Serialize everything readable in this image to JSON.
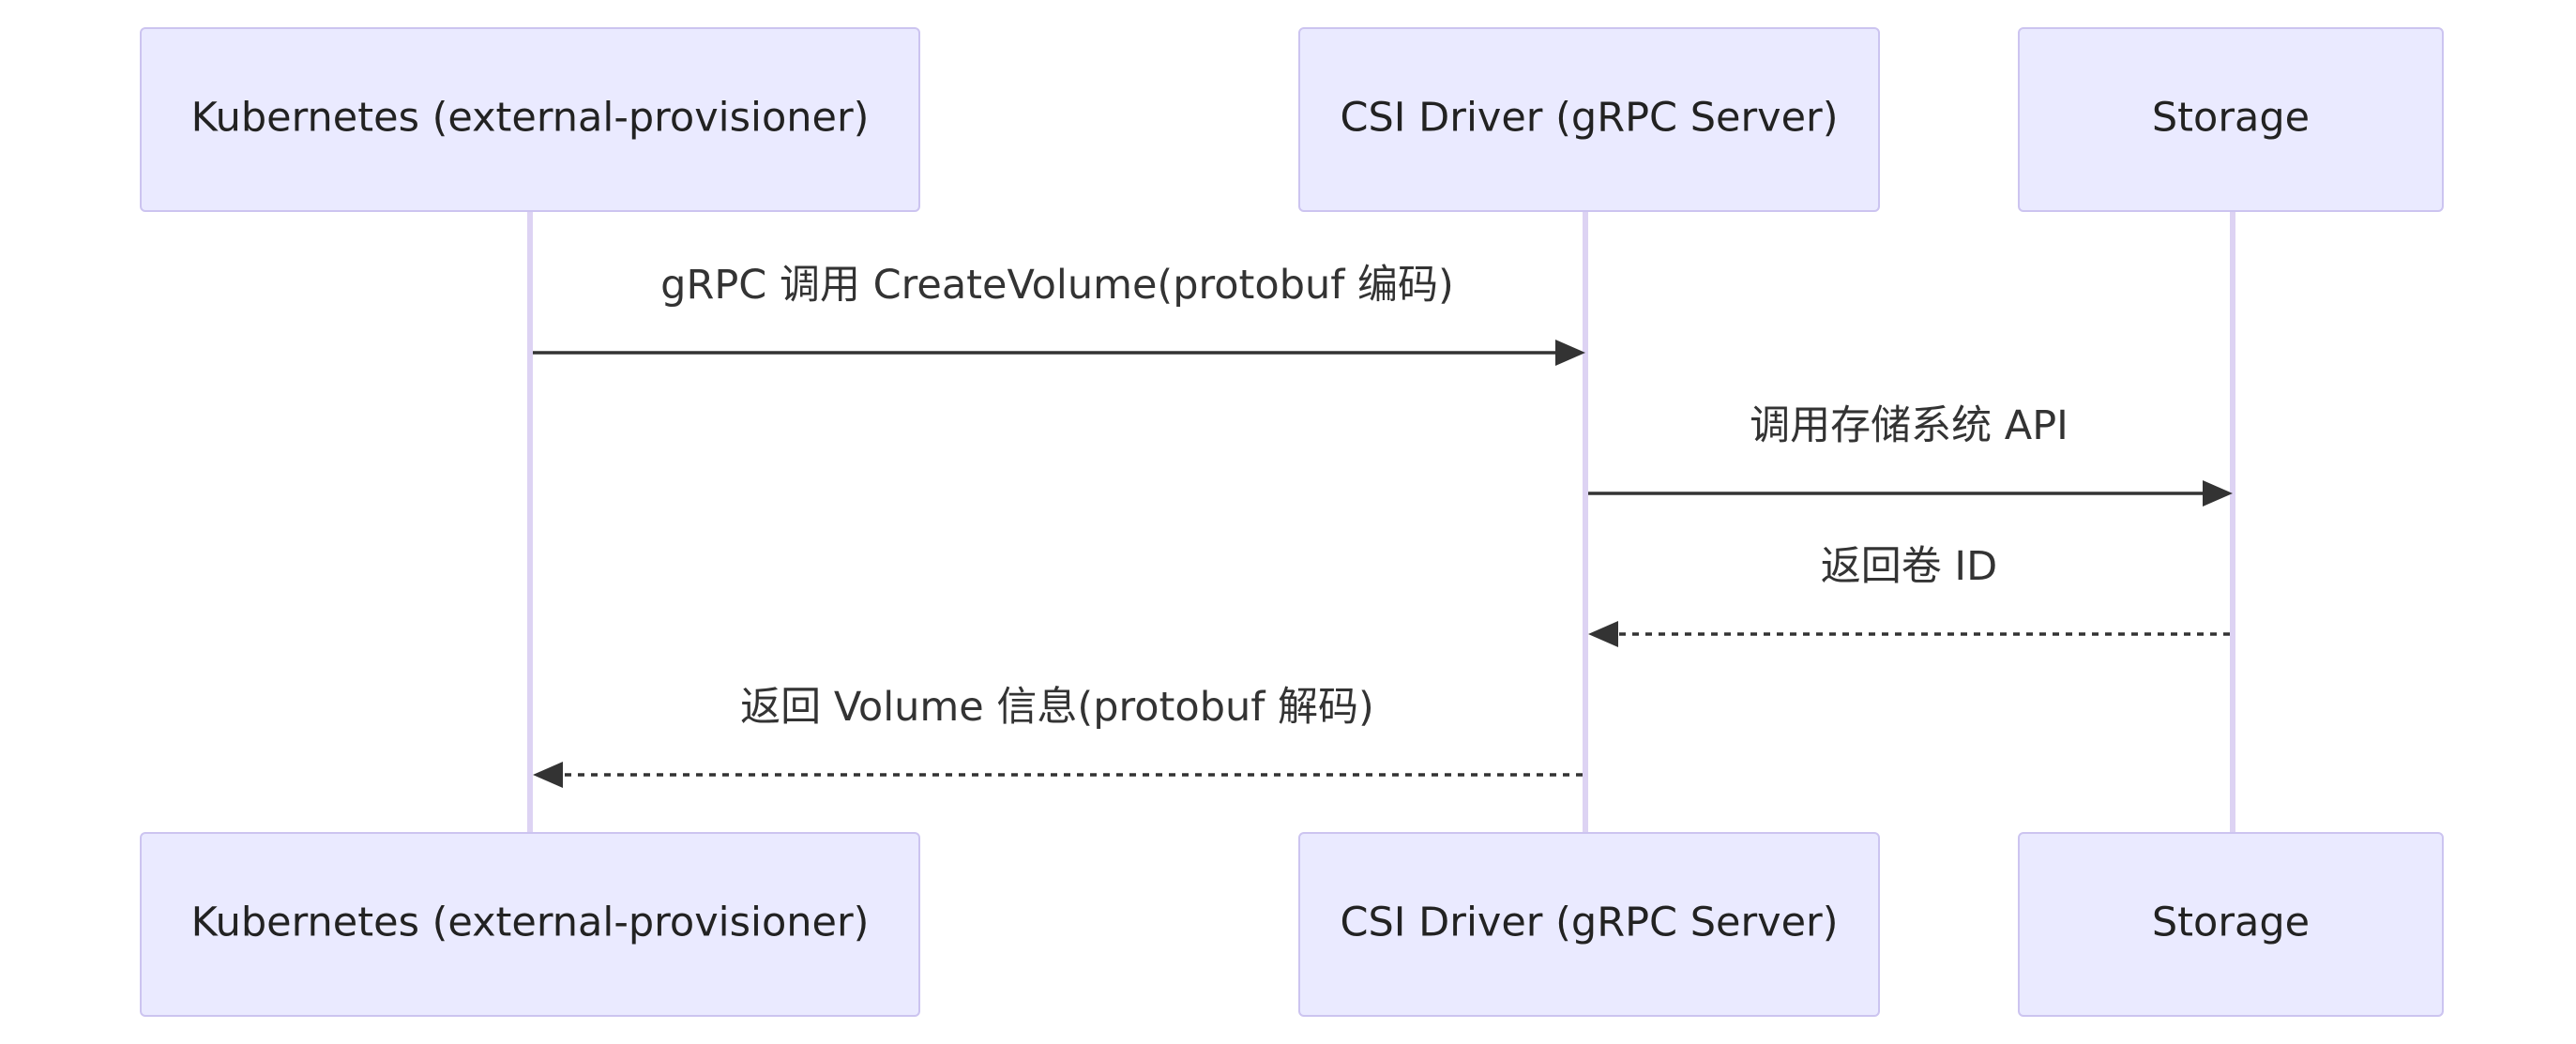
{
  "participants": [
    {
      "id": "k8s",
      "label": "Kubernetes (external-provisioner)"
    },
    {
      "id": "csi",
      "label": "CSI Driver (gRPC Server)"
    },
    {
      "id": "storage",
      "label": "Storage"
    }
  ],
  "messages": [
    {
      "from": "k8s",
      "to": "csi",
      "label": "gRPC 调用 CreateVolume(protobuf 编码)",
      "style": "solid"
    },
    {
      "from": "csi",
      "to": "storage",
      "label": "调用存储系统 API",
      "style": "solid"
    },
    {
      "from": "storage",
      "to": "csi",
      "label": "返回卷 ID",
      "style": "dashed"
    },
    {
      "from": "csi",
      "to": "k8s",
      "label": "返回 Volume 信息(protobuf 解码)",
      "style": "dashed"
    }
  ],
  "colors": {
    "actor_fill": "#eaeaff",
    "actor_border": "#ccc4f0",
    "lifeline": "#ddd3f3",
    "arrow": "#333333",
    "text": "#333333"
  }
}
